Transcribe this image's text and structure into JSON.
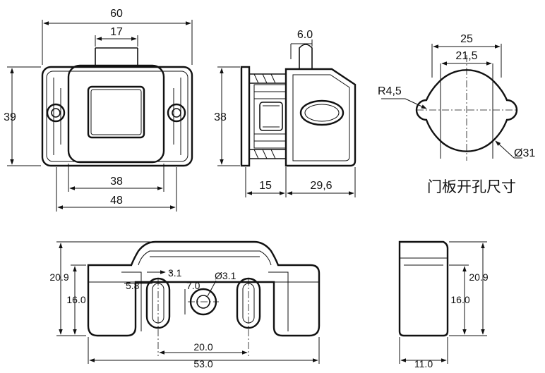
{
  "front_view": {
    "width_overall": "60",
    "button_width": "17",
    "height": "39",
    "hole_spacing": "38",
    "base_width": "48"
  },
  "side_view": {
    "plunger": "6.0",
    "height": "38",
    "flange": "15",
    "body_depth": "29,6"
  },
  "cutout": {
    "width": "25",
    "flat_width": "21,5",
    "notch_radius": "R4,5",
    "diameter": "Ø31",
    "caption": "门板开孔尺寸"
  },
  "bottom_view": {
    "height_total": "20.9",
    "height_body": "16.0",
    "slot_offset": "3.1",
    "slot_width": "5.8",
    "hole_offset": "7.0",
    "hole_diameter": "Ø3.1",
    "slot_spacing": "20.0",
    "length": "53.0"
  },
  "end_view": {
    "height_total": "20.9",
    "height_body": "16.0",
    "depth": "11.0"
  }
}
